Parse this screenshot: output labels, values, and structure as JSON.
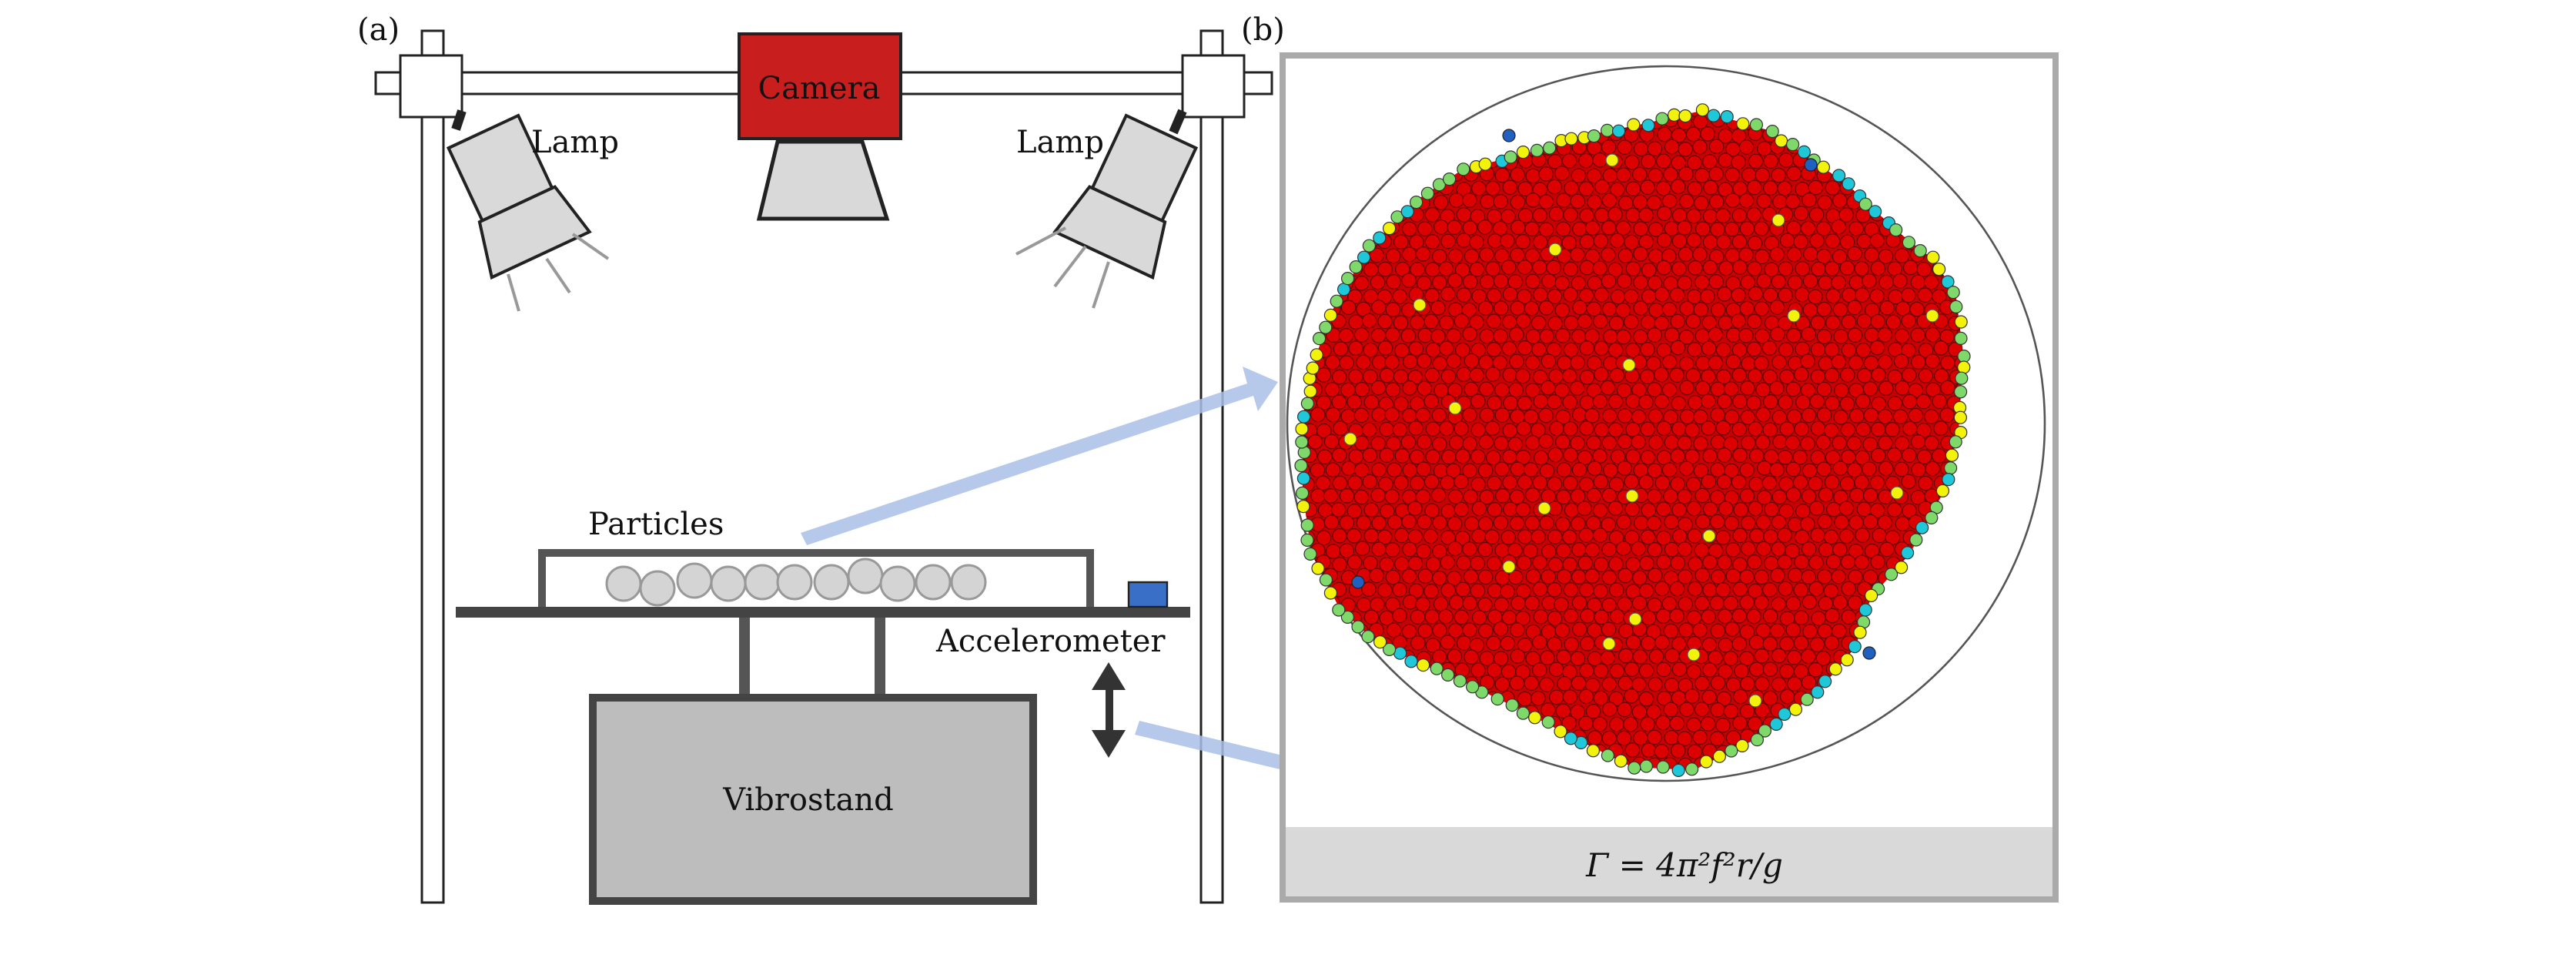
{
  "panel_a": {
    "label": "(a)",
    "camera_label": "Camera",
    "lamp_left_label": "Lamp",
    "lamp_right_label": "Lamp",
    "particles_label": "Particles",
    "accelerometer_label": "Accelerometer",
    "vibrostand_label": "Vibrostand"
  },
  "panel_b": {
    "label": "(b)",
    "formula": "Γ = 4π²f²r/g"
  },
  "colors": {
    "camera": "#c81e1e",
    "accelerometer": "#3a6fc8",
    "arrow": "#a9c0e8",
    "particle_main": "#dd0000",
    "particle_edge_yellow": "#f2f20a",
    "particle_edge_green": "#7fd86a",
    "particle_edge_cyan": "#1ec8d8",
    "particle_edge_blue": "#2060c0"
  }
}
